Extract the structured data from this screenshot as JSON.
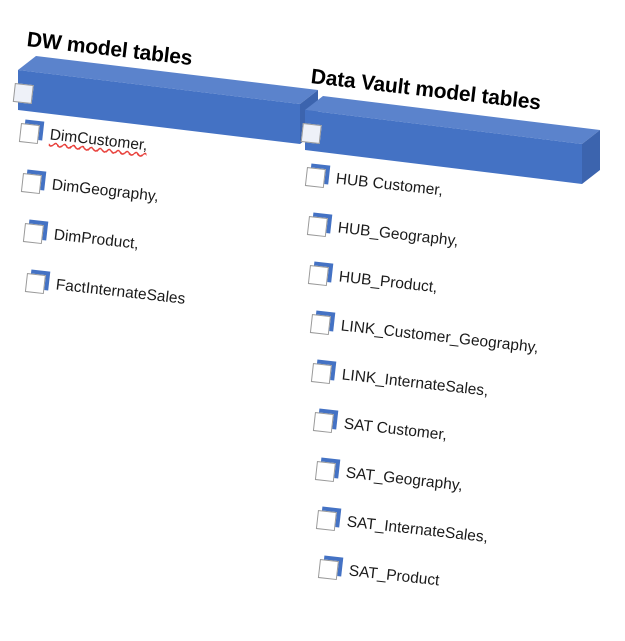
{
  "page": {
    "background_color": "#FFFFFF",
    "accent_color": "#4472C4",
    "text_color": "#1A1A1A",
    "spellcheck_underline_color": "#E8413C"
  },
  "groups": [
    {
      "id": "dw",
      "title": "DW model tables",
      "banner_checkbox_name": "banner-checkbox-dw",
      "items": [
        {
          "label": "DimCustomer,",
          "misspelled": true
        },
        {
          "label": "DimGeography,",
          "misspelled": false
        },
        {
          "label": "DimProduct,",
          "misspelled": false
        },
        {
          "label": "FactInternateSales",
          "misspelled": false
        }
      ]
    },
    {
      "id": "dv",
      "title": "Data Vault model tables",
      "banner_checkbox_name": "banner-checkbox-dv",
      "items": [
        {
          "label": "HUB  Customer,",
          "misspelled": false
        },
        {
          "label": "HUB_Geography,",
          "misspelled": false
        },
        {
          "label": "HUB_Product,",
          "misspelled": false
        },
        {
          "label": "LINK_Customer_Geography,",
          "misspelled": false
        },
        {
          "label": "LINK_InternateSales,",
          "misspelled": false
        },
        {
          "label": "SAT  Customer,",
          "misspelled": false
        },
        {
          "label": "SAT_Geography,",
          "misspelled": false
        },
        {
          "label": "SAT_InternateSales,",
          "misspelled": false
        },
        {
          "label": "SAT_Product",
          "misspelled": false
        }
      ]
    }
  ]
}
